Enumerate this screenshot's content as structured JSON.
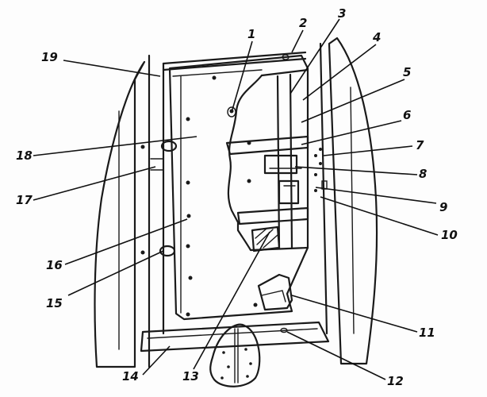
{
  "figure": {
    "callouts": [
      "1",
      "2",
      "3",
      "4",
      "5",
      "6",
      "7",
      "8",
      "9",
      "10",
      "11",
      "12",
      "13",
      "14",
      "15",
      "16",
      "17",
      "18",
      "19"
    ]
  }
}
